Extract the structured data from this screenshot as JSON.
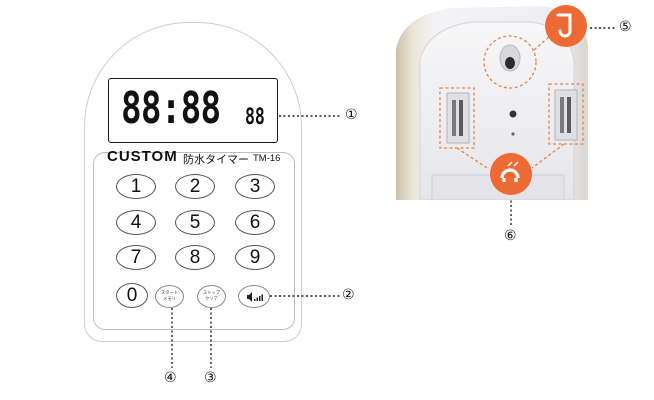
{
  "timer": {
    "display_main": "88:88",
    "display_seconds": "88",
    "brand": "CUSTOM",
    "model_name_jp": "防水タイマー",
    "model_number": "TM-16",
    "keys": [
      "1",
      "2",
      "3",
      "4",
      "5",
      "6",
      "7",
      "8",
      "9",
      "0"
    ],
    "start_memory_label_line1": "スタート",
    "start_memory_label_line2": "メモリ",
    "stop_clear_label_line1": "ストップ",
    "stop_clear_label_line2": "クリア"
  },
  "callouts": {
    "c1": "①",
    "c2": "②",
    "c3": "③",
    "c4": "④",
    "c5": "⑤",
    "c6": "⑥"
  },
  "colors": {
    "accent_orange": "#ee6a35",
    "body_outline": "#cfcfcf",
    "dotted_leader": "#222222",
    "photo_dotted": "#e8824a"
  },
  "icons": [
    "speaker-volume-icon",
    "hook-icon",
    "magnet-icon",
    "wall-hanging-hole-icon"
  ]
}
